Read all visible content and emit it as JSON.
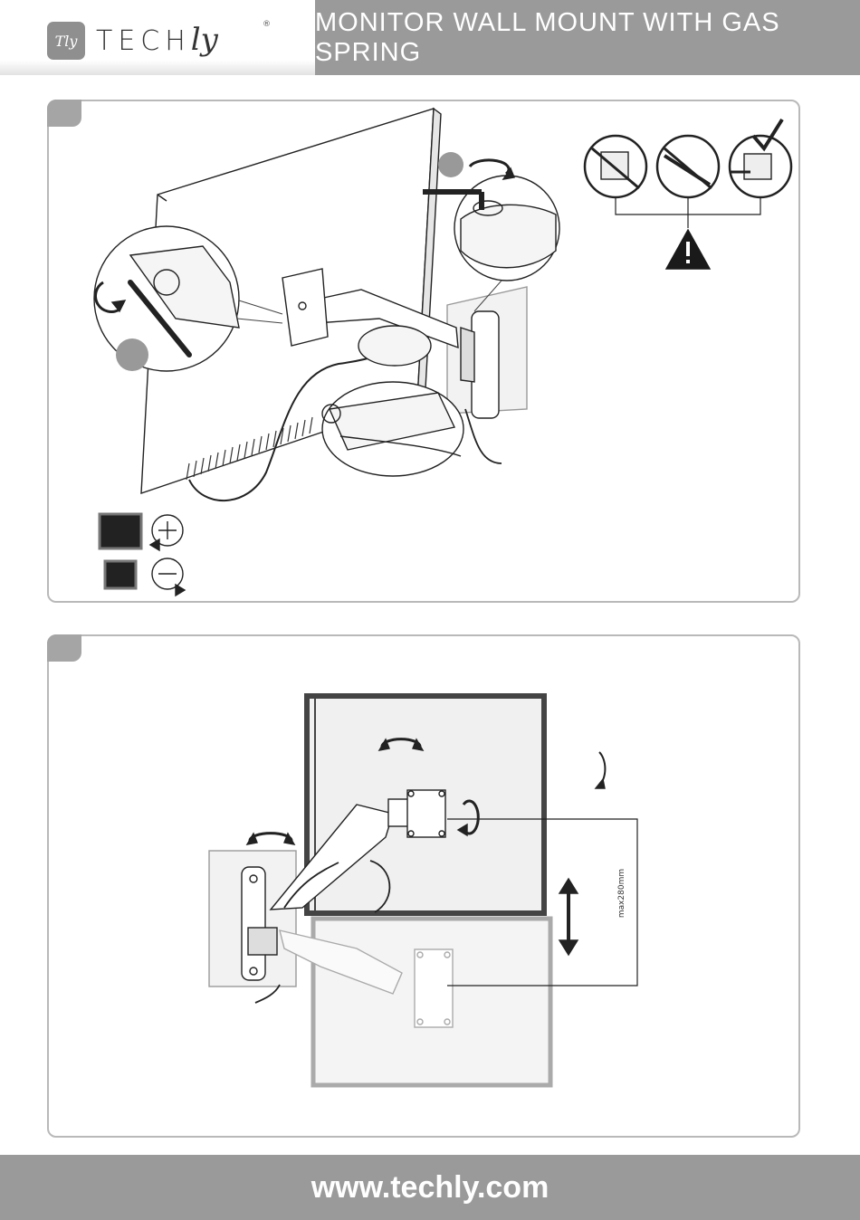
{
  "header": {
    "logo_badge": "Tly",
    "logo_main": "TECH",
    "logo_ly": "ly",
    "logo_reg": "®",
    "title": "MONITOR WALL MOUNT WITH GAS SPRING"
  },
  "panel2": {
    "dimension_label": "max280mm"
  },
  "footer": {
    "url": "www.techly.com"
  },
  "colors": {
    "header_gray": "#9a9a9a",
    "panel_border": "#b9b9b9",
    "step_tab": "#a5a5a5",
    "warning": "#1a1a1a"
  },
  "icons": [
    "logo-icon",
    "rotate-icon",
    "hex-key-icon",
    "warning-icon",
    "check-icon",
    "no-icon",
    "plus-icon",
    "minus-icon",
    "vertical-arrow-icon"
  ]
}
